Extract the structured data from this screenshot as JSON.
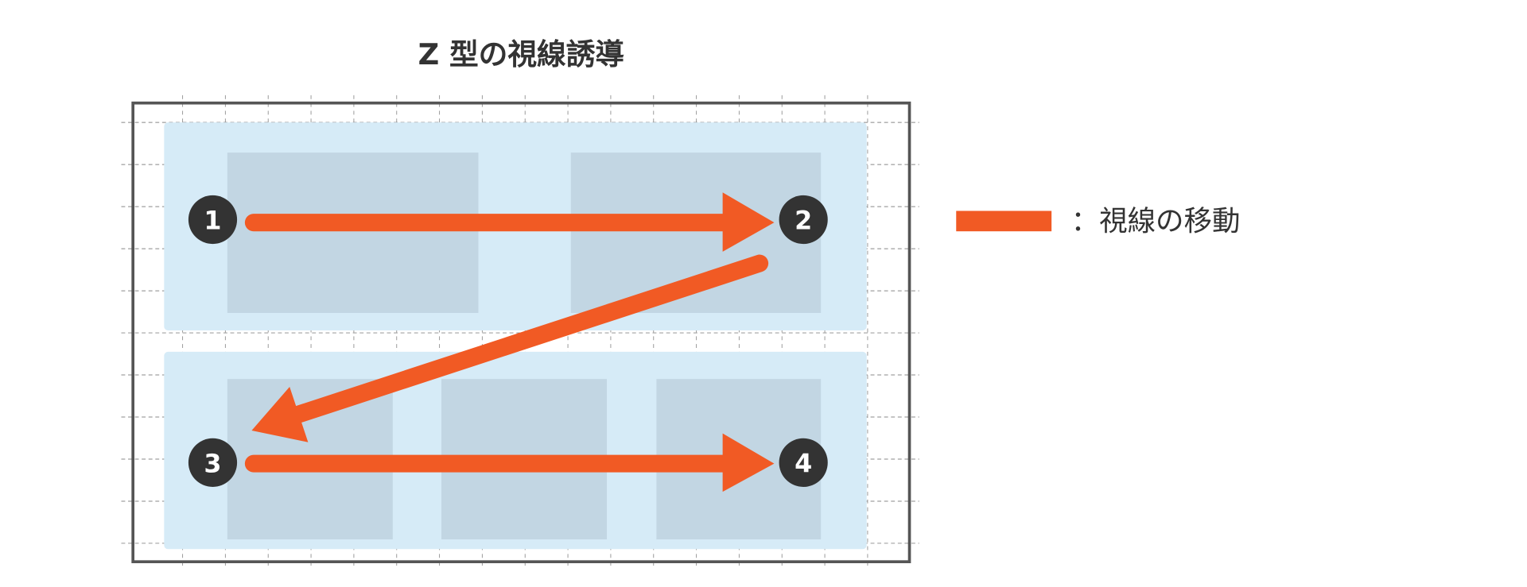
{
  "title": "Z 型の視線誘導",
  "steps": [
    "1",
    "2",
    "3",
    "4"
  ],
  "legend": {
    "label": "：視線の移動"
  },
  "colors": {
    "arrow": "#f15a24",
    "panel": "#d6ebf7",
    "box": "#c2d6e3",
    "circle": "#333333",
    "frame": "#555555"
  }
}
